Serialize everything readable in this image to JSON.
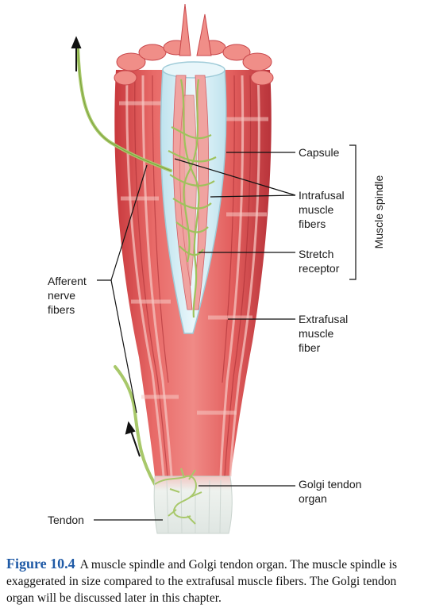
{
  "labels": {
    "capsule": "Capsule",
    "intrafusal": "Intrafusal\nmuscle\nfibers",
    "stretch_receptor": "Stretch\nreceptor",
    "extrafusal": "Extrafusal\nmuscle\nfiber",
    "afferent": "Afferent\nnerve\nfibers",
    "golgi": "Golgi tendon\norgan",
    "tendon": "Tendon",
    "muscle_spindle": "Muscle spindle"
  },
  "caption": {
    "figure_number": "Figure 10.4",
    "text": "A muscle spindle and Golgi tendon organ. The muscle spindle is exaggerated in size compared to the extrafusal muscle fibers. The Golgi tendon organ will be discussed later in this chapter."
  },
  "colors": {
    "muscle": "#e2585a",
    "muscle_dark": "#c23a3e",
    "muscle_light": "#f3a6a4",
    "nerve": "#a8c86a",
    "capsule": "#d7eef4",
    "tendon": "#eef1ee",
    "caption_accent": "#1f5aa6"
  }
}
